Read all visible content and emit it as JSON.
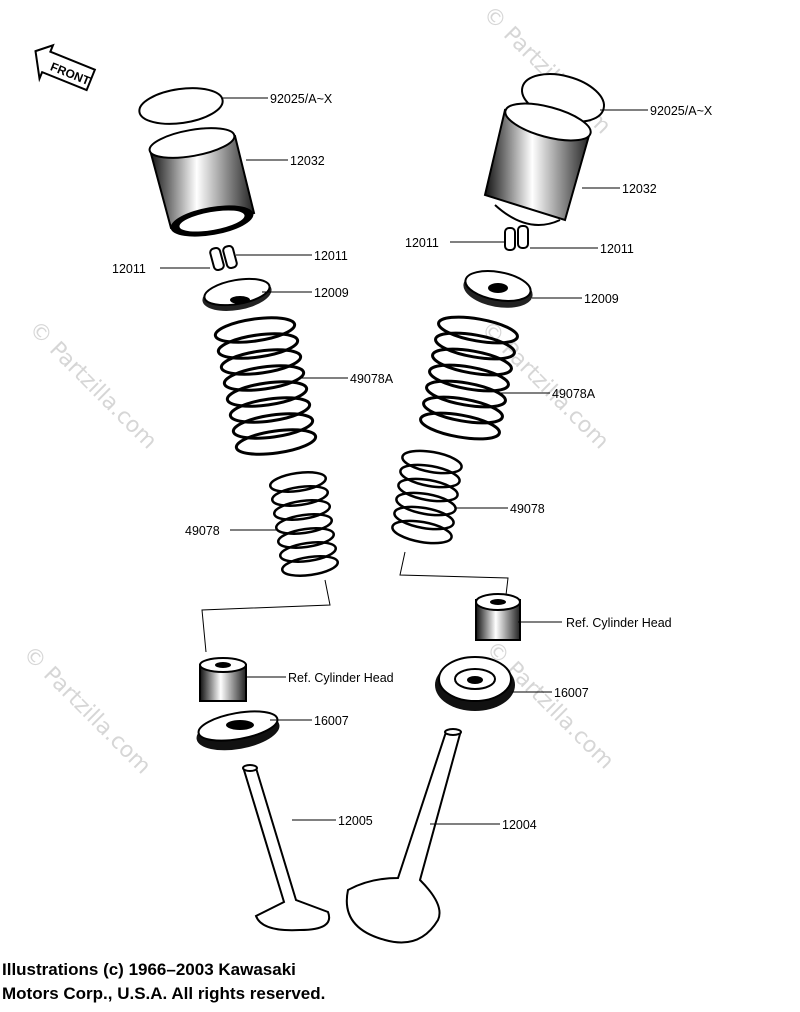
{
  "front_marker": "FRONT",
  "watermark": "© Partzilla.com",
  "callouts": {
    "left_92025": "92025/A~X",
    "left_12032": "12032",
    "left_12011_right": "12011",
    "left_12011_left": "12011",
    "left_12009": "12009",
    "left_49078A": "49078A",
    "left_49078": "49078",
    "left_ref_head": "Ref.  Cylinder Head",
    "left_16007": "16007",
    "left_12005": "12005",
    "right_92025": "92025/A~X",
    "right_12032": "12032",
    "right_12011_left": "12011",
    "right_12011_right": "12011",
    "right_12009": "12009",
    "right_49078A": "49078A",
    "right_49078": "49078",
    "right_ref_head": "Ref.  Cylinder Head",
    "right_16007": "16007",
    "right_12004": "12004"
  },
  "copyright": {
    "line1": "Illustrations (c) 1966–2003 Kawasaki",
    "line2": "Motors Corp., U.S.A.  All rights reserved."
  }
}
